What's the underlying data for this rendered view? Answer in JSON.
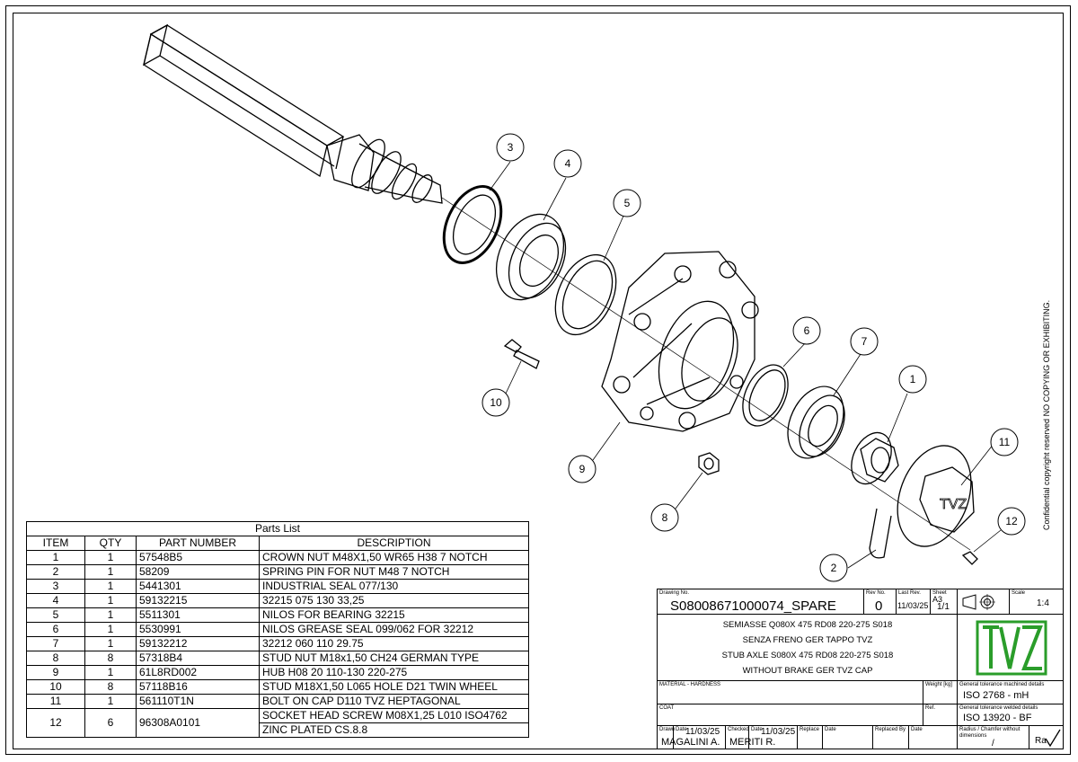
{
  "confidential": "Confidential copyright reserved NO COPYING OR EXHIBITING.",
  "balloons": [
    "1",
    "2",
    "3",
    "4",
    "5",
    "6",
    "7",
    "8",
    "9",
    "10",
    "11",
    "12"
  ],
  "parts_list": {
    "title": "Parts List",
    "headers": [
      "ITEM",
      "QTY",
      "PART NUMBER",
      "DESCRIPTION"
    ],
    "rows": [
      {
        "item": "1",
        "qty": "1",
        "part": "57548B5",
        "desc": "CROWN NUT M48X1,50 WR65 H38 7 NOTCH"
      },
      {
        "item": "2",
        "qty": "1",
        "part": "58209",
        "desc": "SPRING PIN FOR NUT M48 7 NOTCH"
      },
      {
        "item": "3",
        "qty": "1",
        "part": "5441301",
        "desc": "INDUSTRIAL SEAL 077/130"
      },
      {
        "item": "4",
        "qty": "1",
        "part": "59132215",
        "desc": "32215 075 130 33,25"
      },
      {
        "item": "5",
        "qty": "1",
        "part": "5511301",
        "desc": "NILOS FOR BEARING 32215"
      },
      {
        "item": "6",
        "qty": "1",
        "part": "5530991",
        "desc": "NILOS GREASE SEAL 099/062  FOR 32212"
      },
      {
        "item": "7",
        "qty": "1",
        "part": "59132212",
        "desc": "32212 060 110 29.75"
      },
      {
        "item": "8",
        "qty": "8",
        "part": "57318B4",
        "desc": "STUD NUT M18x1,50 CH24 GERMAN TYPE"
      },
      {
        "item": "9",
        "qty": "1",
        "part": "61L8RD002",
        "desc": "HUB H08 20 110-130 220-275"
      },
      {
        "item": "10",
        "qty": "8",
        "part": "57118B16",
        "desc": "STUD M18X1,50 L065 HOLE D21 TWIN WHEEL"
      },
      {
        "item": "11",
        "qty": "1",
        "part": "561110T1N",
        "desc": "BOLT ON CAP D110 TVZ HEPTAGONAL"
      },
      {
        "item": "12",
        "qty": "6",
        "part": "96308A0101",
        "desc": "SOCKET HEAD SCREW M08X1,25 L010 ISO4762"
      }
    ],
    "row12_desc2": "ZINC PLATED CS.8.8"
  },
  "title_block": {
    "drawing_no_label": "Drawing No.",
    "drawing_no": "S08008671000074_SPARE",
    "rev_no_label": "Rev No.",
    "rev_no": "0",
    "last_rev_label": "Last Rev.",
    "last_rev": "11/03/25",
    "sheet_label": "Sheet",
    "sheet_size": "A3",
    "sheet": "1/1",
    "scale_label": "Scale",
    "scale": "1:4",
    "description": [
      "SEMIASSE Q080X 475 RD08 220-275 S018",
      "SENZA FRENO GER TAPPO TVZ",
      "STUB AXLE S080X 475 RD08 220-275 S018",
      "WITHOUT BRAKE GER TVZ CAP"
    ],
    "material_label": "MATERIAL - HARDNESS",
    "weight_label": "Weight [kg]",
    "coat_label": "COAT",
    "ref_label": "Ref.",
    "gen_tol_machined_label": "General tolerance machined details",
    "gen_tol_machined": "ISO 2768 -   mH",
    "gen_tol_welded_label": "General tolerance welded details",
    "gen_tol_welded": "ISO 13920 -    BF",
    "drawn_label": "Drawn",
    "drawn": "MAGALINI A.",
    "date_label": "Date",
    "drawn_date": "11/03/25",
    "checked_label": "Checked",
    "checked": "MERITI R.",
    "checked_date": "11/03/25",
    "replace_label": "Replace",
    "replaced_by_label": "Replaced By",
    "radius_label": "Radius / Chamfer without dimensions",
    "radius_value": "/",
    "roughness": "Ra",
    "logo_text": "TVZ"
  },
  "colors": {
    "logo_green": "#2a9d2a",
    "line": "#000000"
  }
}
